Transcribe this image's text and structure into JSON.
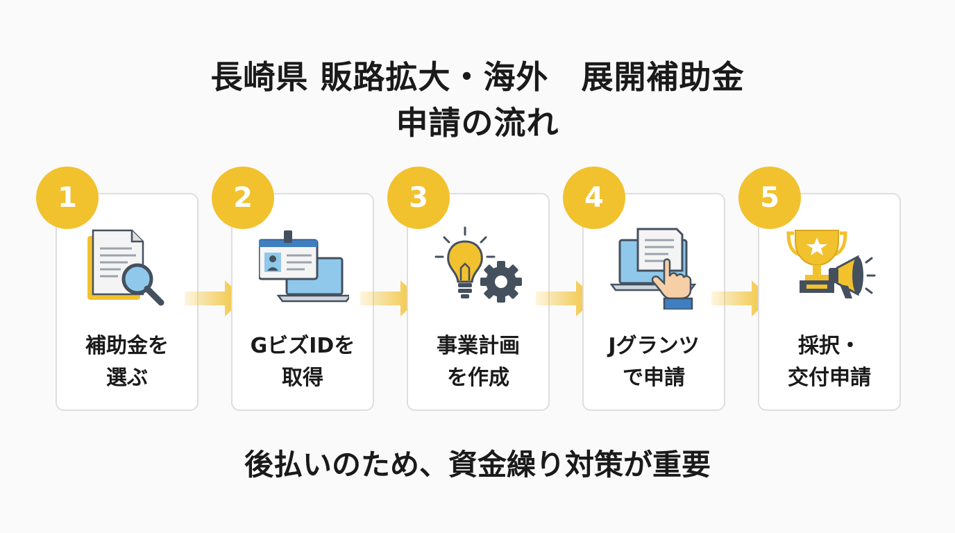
{
  "title": {
    "line1": "長崎県 販路拡大・海外　展開補助金",
    "line2": "申請の流れ"
  },
  "steps": [
    {
      "number": "1",
      "label_line1": "補助金を",
      "label_line2": "選ぶ",
      "icon": "document-search-icon"
    },
    {
      "number": "2",
      "label_line1": "GビズIDを",
      "label_line2": "取得",
      "icon": "id-card-laptop-icon"
    },
    {
      "number": "3",
      "label_line1": "事業計画",
      "label_line2": "を作成",
      "icon": "lightbulb-gear-icon"
    },
    {
      "number": "4",
      "label_line1": "Jグランツ",
      "label_line2": "で申請",
      "icon": "laptop-touch-icon"
    },
    {
      "number": "5",
      "label_line1": "採択・",
      "label_line2": "交付申請",
      "icon": "trophy-megaphone-icon"
    }
  ],
  "footer": "後払いのため、資金繰り対策が重要",
  "colors": {
    "accent": "#f2c12e",
    "card_border": "#dedede",
    "icon_blue": "#8fc8ea",
    "icon_dark": "#44505e"
  }
}
